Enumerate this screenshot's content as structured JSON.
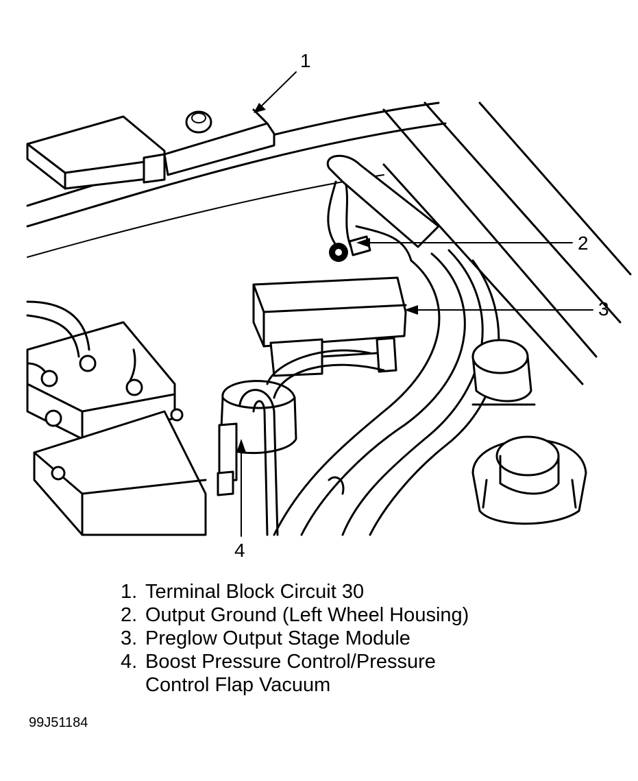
{
  "callouts": {
    "c1": "1",
    "c2": "2",
    "c3": "3",
    "c4": "4"
  },
  "legend": [
    {
      "num": "1.",
      "text": "Terminal Block Circuit 30"
    },
    {
      "num": "2.",
      "text": "Output Ground (Left Wheel Housing)"
    },
    {
      "num": "3.",
      "text": "Preglow Output Stage Module"
    },
    {
      "num": "4.",
      "text": "Boost Pressure Control/Pressure",
      "cont": "Control Flap Vacuum"
    }
  ],
  "figure_code": "99J51184"
}
